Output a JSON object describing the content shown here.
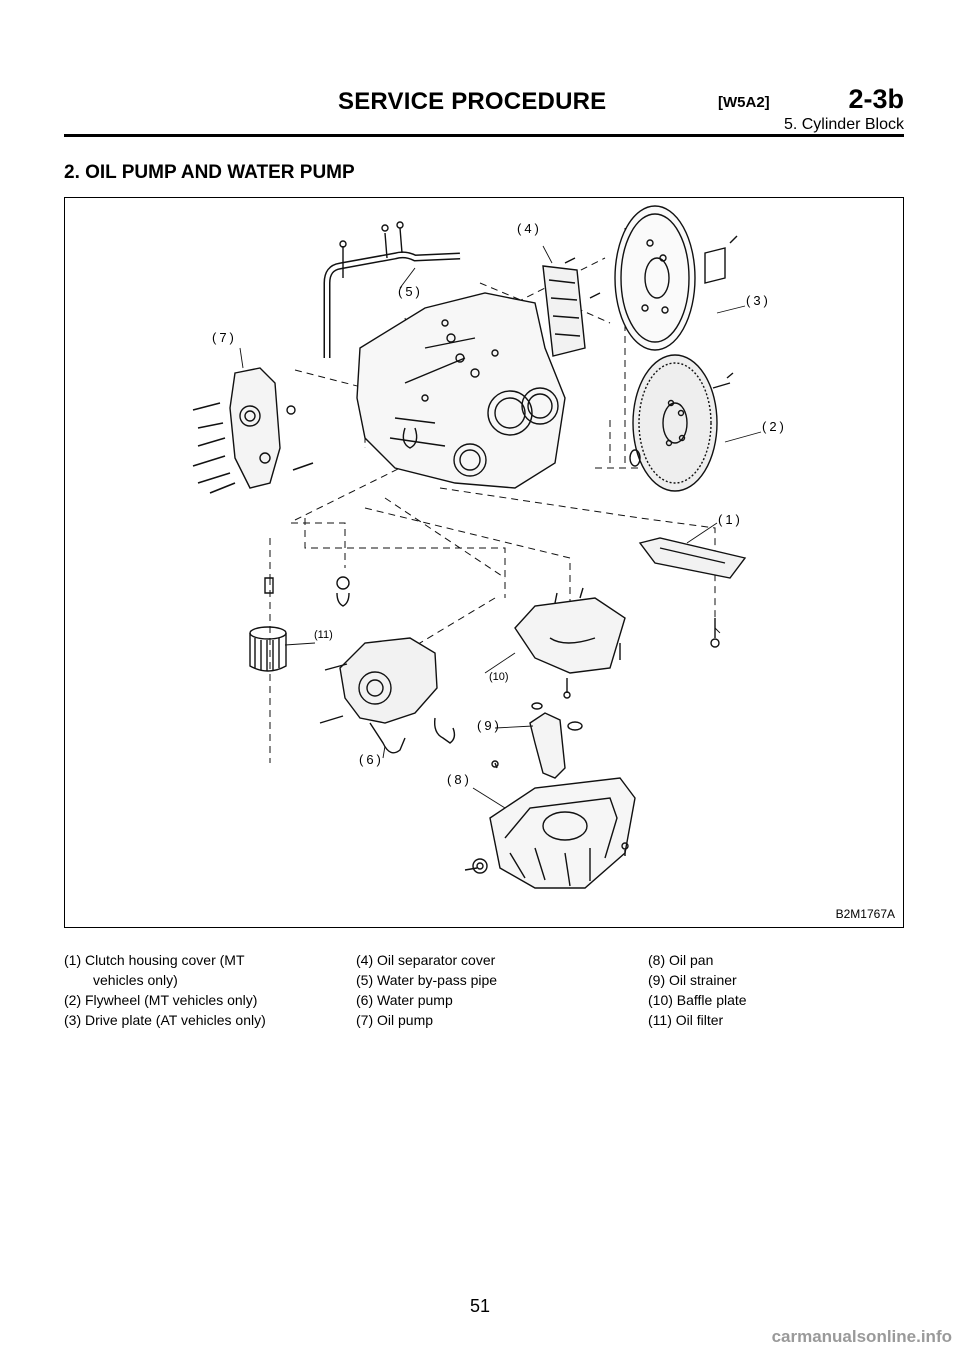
{
  "header": {
    "title": "SERVICE PROCEDURE",
    "code": "[W5A2]",
    "chapter": "2-3b",
    "subtitle": "5. Cylinder Block"
  },
  "section_title": "2. OIL PUMP AND WATER PUMP",
  "figure": {
    "id": "B2M1767A",
    "callouts": [
      "(1)",
      "(2)",
      "(3)",
      "(4)",
      "(5)",
      "(6)",
      "(7)",
      "(8)",
      "(9)",
      "(10)",
      "(11)"
    ]
  },
  "legend": {
    "col1": [
      "(1) Clutch housing cover (MT",
      "vehicles only)",
      "(2) Flywheel (MT vehicles only)",
      "(3) Drive plate (AT vehicles only)"
    ],
    "col2": [
      "(4) Oil separator cover",
      "(5) Water by-pass pipe",
      "(6) Water pump",
      "(7) Oil pump"
    ],
    "col3": [
      "(8) Oil pan",
      "(9) Oil strainer",
      "(10) Baffle plate",
      "(11) Oil filter"
    ]
  },
  "page_number": "51",
  "watermark": "carmanualsonline.info"
}
